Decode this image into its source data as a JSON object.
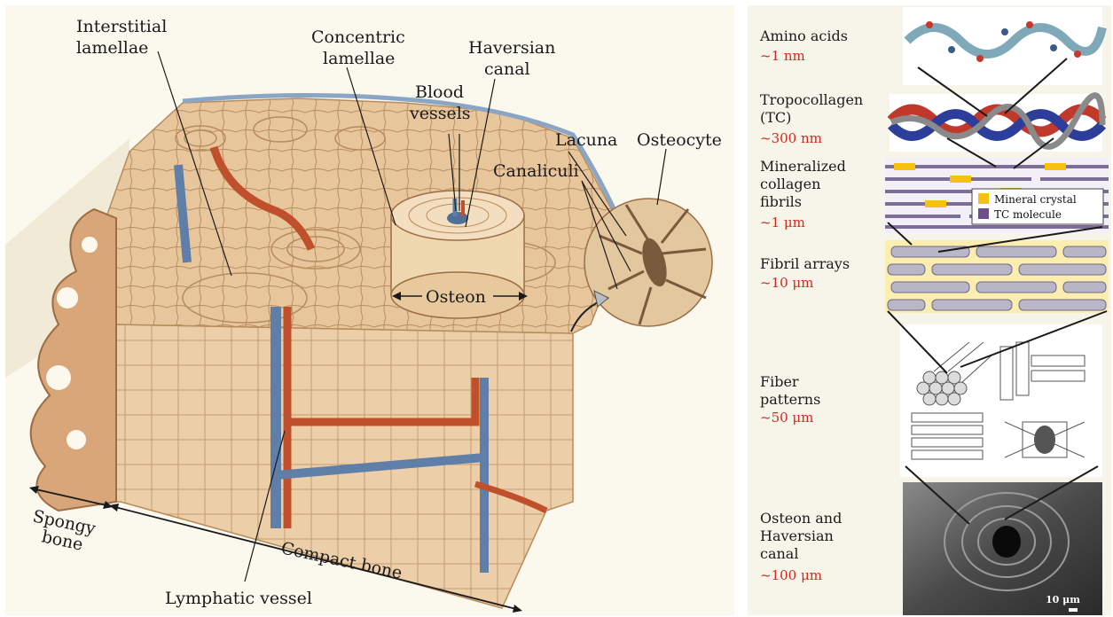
{
  "left_diagram": {
    "labels": {
      "interstitial_line1": "Interstitial",
      "interstitial_line2": "lamellae",
      "concentric_line1": "Concentric",
      "concentric_line2": "lamellae",
      "haversian_line1": "Haversian",
      "haversian_line2": "canal",
      "blood_line1": "Blood",
      "blood_line2": "vessels",
      "lacuna": "Lacuna",
      "osteocyte": "Osteocyte",
      "canaliculi": "Canaliculi",
      "osteon": "Osteon",
      "spongy_line1": "Spongy",
      "spongy_line2": "bone",
      "compact": "Compact bone",
      "lymphatic": "Lymphatic vessel"
    }
  },
  "hierarchy": {
    "levels": [
      {
        "name_lines": [
          "Amino acids"
        ],
        "size": "~1 nm"
      },
      {
        "name_lines": [
          "Tropocollagen",
          "(TC)"
        ],
        "size": "~300 nm"
      },
      {
        "name_lines": [
          "Mineralized",
          "collagen",
          "fibrils"
        ],
        "size": "~1 μm"
      },
      {
        "name_lines": [
          "Fibril arrays"
        ],
        "size": "~10 μm"
      },
      {
        "name_lines": [
          "Fiber",
          "patterns"
        ],
        "size": "~50 μm"
      },
      {
        "name_lines": [
          "Osteon and",
          "Haversian",
          "canal"
        ],
        "size": "~100 μm"
      }
    ],
    "legend": {
      "mineral_crystal": "Mineral crystal",
      "tc_molecule": "TC molecule"
    },
    "scale_bar": "10 μm",
    "colors": {
      "size_text": "#d9261c",
      "mineral_crystal": "#f5c211",
      "tc_molecule": "#6a4f8c",
      "fibril_gray": "#b9b6c8",
      "fibril_bg": "#fbeeb0"
    }
  }
}
